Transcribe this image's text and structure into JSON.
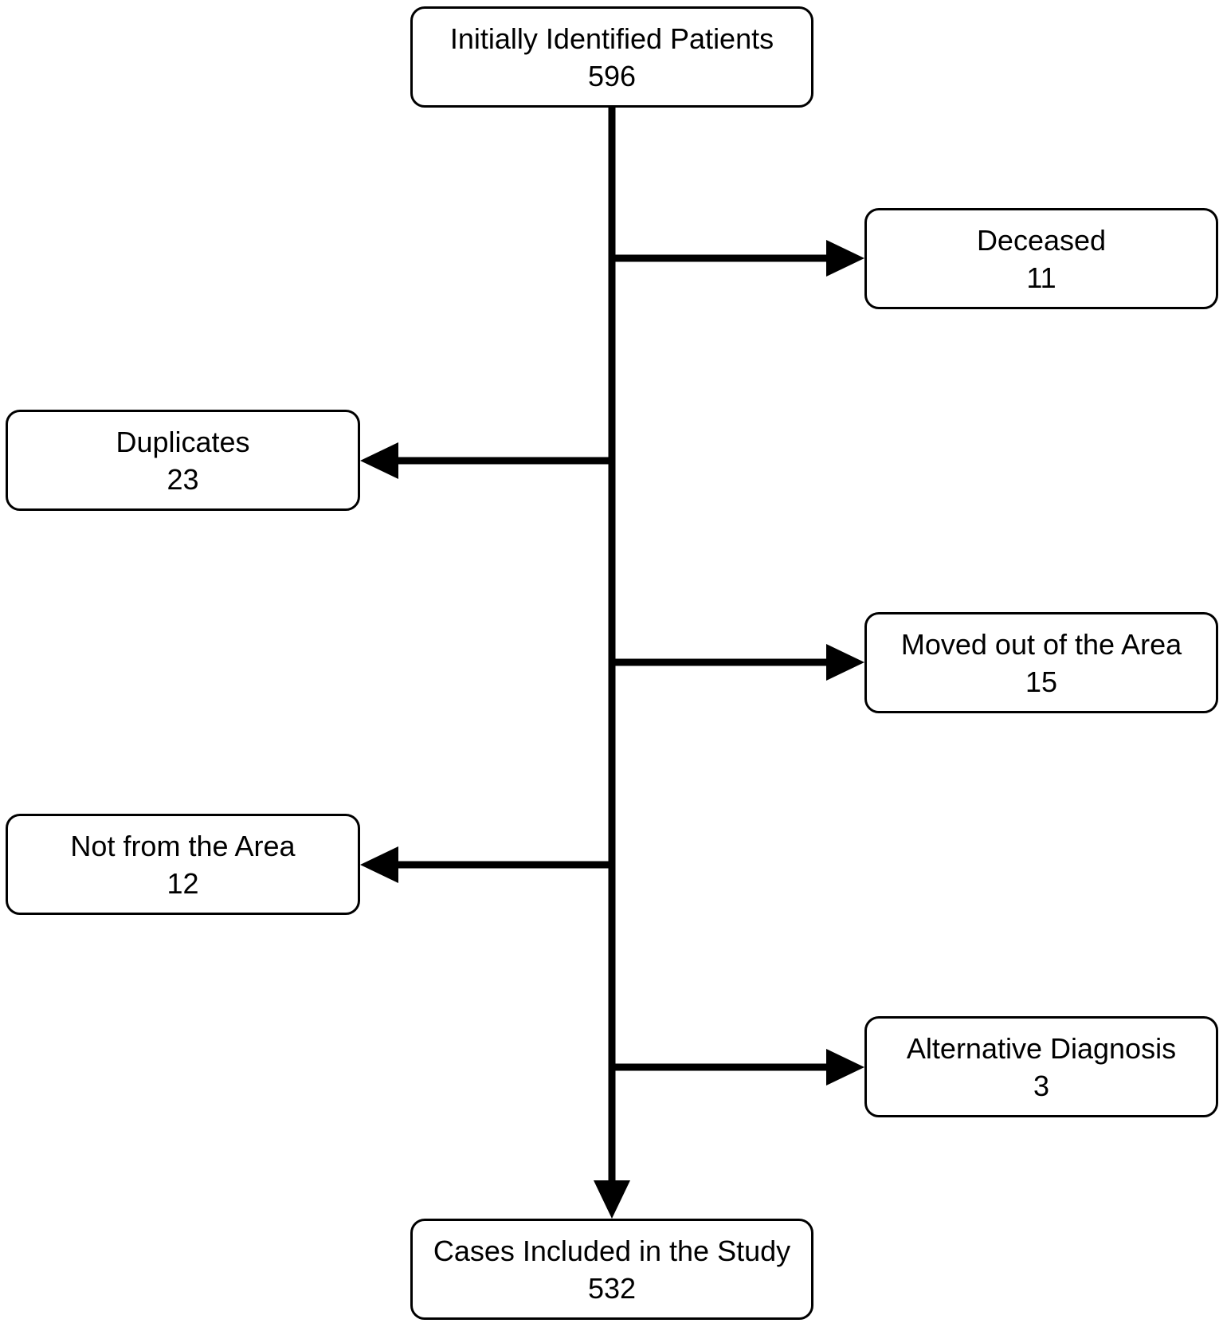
{
  "diagram": {
    "nodes": {
      "initial": {
        "label": "Initially Identified Patients",
        "count": "596"
      },
      "deceased": {
        "label": "Deceased",
        "count": "11"
      },
      "duplicates": {
        "label": "Duplicates",
        "count": "23"
      },
      "moved": {
        "label": "Moved out of the Area",
        "count": "15"
      },
      "notfrom": {
        "label": "Not from the Area",
        "count": "12"
      },
      "altdiag": {
        "label": "Alternative Diagnosis",
        "count": "3"
      },
      "included": {
        "label": "Cases Included in the Study",
        "count": "532"
      }
    },
    "edges": [
      {
        "from": "initial",
        "to": "deceased"
      },
      {
        "from": "initial",
        "to": "duplicates"
      },
      {
        "from": "initial",
        "to": "moved"
      },
      {
        "from": "initial",
        "to": "notfrom"
      },
      {
        "from": "initial",
        "to": "altdiag"
      },
      {
        "from": "initial",
        "to": "included"
      }
    ],
    "colors": {
      "stroke": "#000000",
      "fill": "#ffffff",
      "text": "#000000"
    }
  }
}
